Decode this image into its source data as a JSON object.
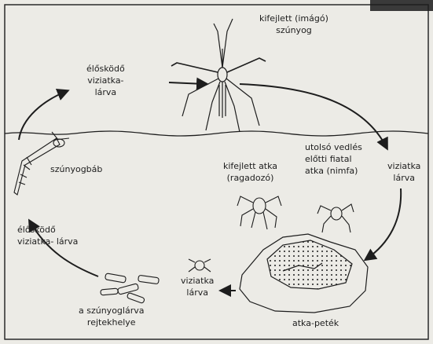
{
  "labels": {
    "adult_mosquito": [
      "kifejlett (imágó)",
      "szúnyog"
    ],
    "parasitic_larva_top": [
      "élősködő",
      "viziatka-",
      "lárva"
    ],
    "mite_larva_right": [
      "viziatka",
      "lárva"
    ],
    "pupa": "szúnyogbáb",
    "adult_mite": [
      "kifejlett atka",
      "(ragadozó)"
    ],
    "nymph": [
      "utolsó vedlés",
      "előtti fiatal",
      "atka (nimfa)"
    ],
    "parasitic_larva_left": [
      "élősködő",
      "viziatka- lárva"
    ],
    "mite_larva_bottom": [
      "viziatka",
      "lárva"
    ],
    "hideout": [
      "a szúnyoglárva",
      "rejtekhelye"
    ],
    "eggs": "atka-peték"
  },
  "colors": {
    "ink": "#1d1d1d",
    "background": "#ecebe6",
    "corner": "#3a3a3a"
  }
}
